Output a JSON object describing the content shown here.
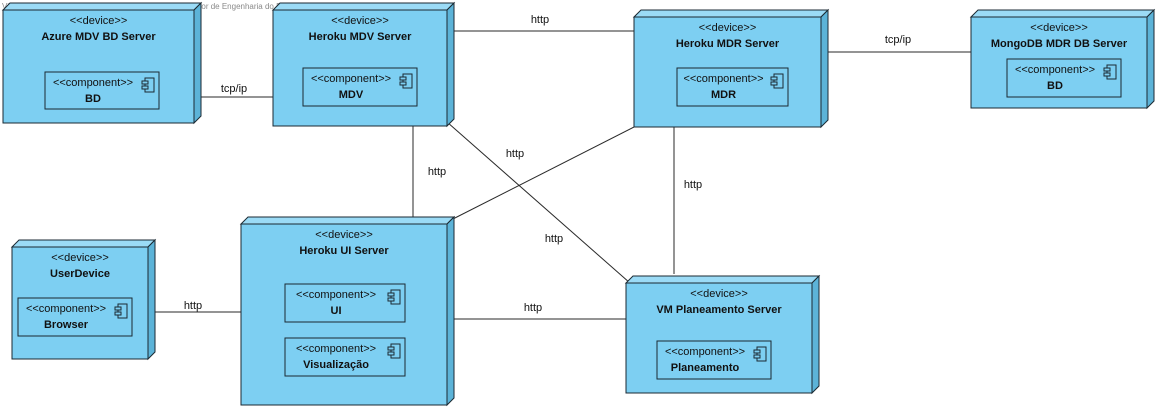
{
  "watermark": "Visual Paradigm Standard(Bruno Viegas(Instituto Superior de Engenharia do Porto))",
  "colors": {
    "node_fill": "#7dcff2",
    "node_side": "#5cb3d8",
    "node_top": "#9bdbf6",
    "stroke": "#1b2a33"
  },
  "nodes": {
    "azure": {
      "stereotype": "<<device>>",
      "title": "Azure MDV BD Server",
      "components": [
        {
          "stereotype": "<<component>>",
          "name": "BD"
        }
      ]
    },
    "mdv": {
      "stereotype": "<<device>>",
      "title": "Heroku MDV Server",
      "components": [
        {
          "stereotype": "<<component>>",
          "name": "MDV"
        }
      ]
    },
    "mdr": {
      "stereotype": "<<device>>",
      "title": "Heroku MDR Server",
      "components": [
        {
          "stereotype": "<<component>>",
          "name": "MDR"
        }
      ]
    },
    "mongo": {
      "stereotype": "<<device>>",
      "title": "MongoDB MDR DB Server",
      "components": [
        {
          "stereotype": "<<component>>",
          "name": "BD"
        }
      ]
    },
    "user": {
      "stereotype": "<<device>>",
      "title": "UserDevice",
      "components": [
        {
          "stereotype": "<<component>>",
          "name": "Browser"
        }
      ]
    },
    "ui": {
      "stereotype": "<<device>>",
      "title": "Heroku UI Server",
      "components": [
        {
          "stereotype": "<<component>>",
          "name": "UI"
        },
        {
          "stereotype": "<<component>>",
          "name": "Visualização"
        }
      ]
    },
    "vm": {
      "stereotype": "<<device>>",
      "title": "VM Planeamento Server",
      "components": [
        {
          "stereotype": "<<component>>",
          "name": "Planeamento"
        }
      ]
    }
  },
  "edges": [
    {
      "from": "azure",
      "to": "mdv",
      "label": "tcp/ip"
    },
    {
      "from": "mdv",
      "to": "mdr",
      "label": "http"
    },
    {
      "from": "mdr",
      "to": "mongo",
      "label": "tcp/ip"
    },
    {
      "from": "mdv",
      "to": "ui",
      "label": "http"
    },
    {
      "from": "mdv",
      "to": "vm",
      "label": "http"
    },
    {
      "from": "mdr",
      "to": "ui",
      "label": "http"
    },
    {
      "from": "mdr",
      "to": "vm",
      "label": "http"
    },
    {
      "from": "user",
      "to": "ui",
      "label": "http"
    },
    {
      "from": "ui",
      "to": "vm",
      "label": "http"
    }
  ]
}
